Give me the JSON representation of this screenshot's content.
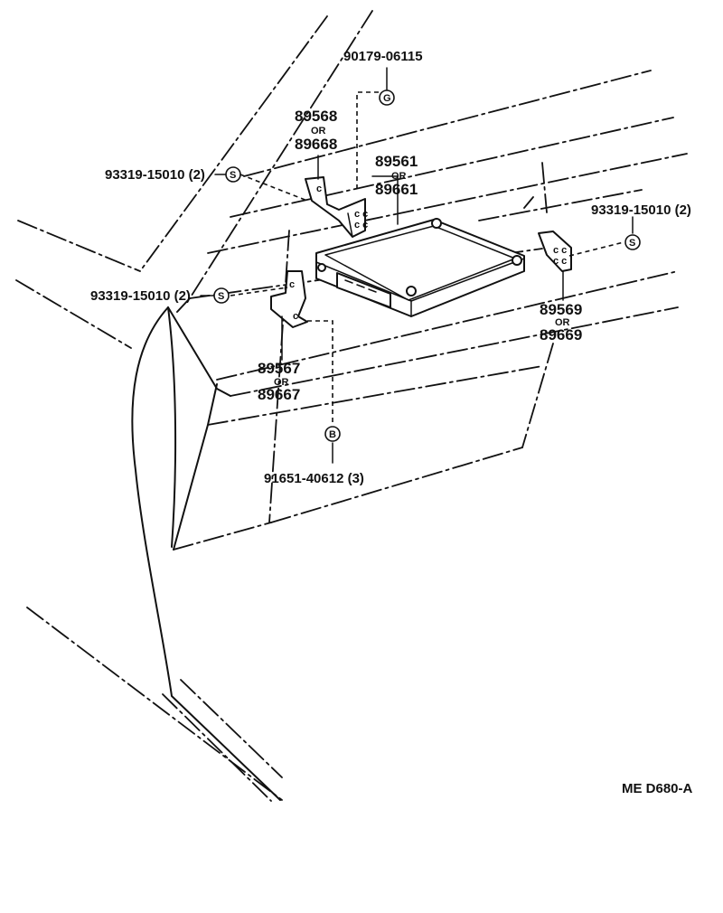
{
  "diagram": {
    "labels": {
      "nut_top": "90179-06115",
      "bracket_upper_a": "89568",
      "bracket_upper_or": "OR",
      "bracket_upper_b": "89668",
      "ecu_a": "89561",
      "ecu_or": "OR",
      "ecu_b": "89661",
      "screw_left_upper": "93319-15010 (2)",
      "screw_right": "93319-15010 (2)",
      "screw_left_lower": "93319-15010 (2)",
      "bracket_right_a": "89569",
      "bracket_right_or": "OR",
      "bracket_right_b": "89669",
      "bracket_lower_a": "89567",
      "bracket_lower_or": "OR",
      "bracket_lower_b": "89667",
      "bolt": "91651-40612 (3)",
      "drawing_code": "ME  D680-A"
    },
    "symbols": {
      "nut": "G",
      "screw": "S",
      "bolt": "B"
    }
  }
}
